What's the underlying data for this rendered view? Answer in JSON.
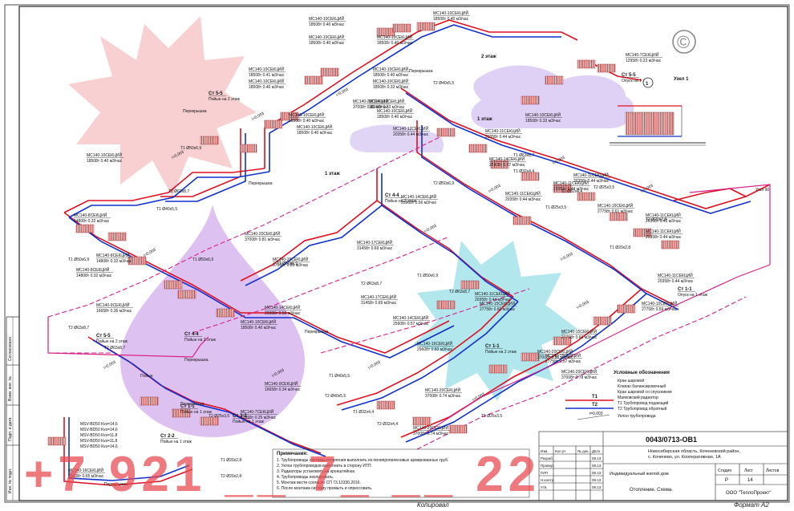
{
  "colors": {
    "supply": "#e01020",
    "return": "#1030d0",
    "duct": "#d8208a",
    "radiator": "#c83838",
    "legend_supply": "#e01020",
    "legend_return": "#1030d0",
    "watermark": "#e8464e"
  },
  "section_labels": [
    {
      "name": "Ст 5-5",
      "sub": "Пойын на 2 этаж"
    },
    {
      "name": "Ст 5-5",
      "sub": "Опуск на 1 этаж"
    },
    {
      "name": "Ст 4-4",
      "sub": "Пойын на 2 этаж"
    },
    {
      "name": "Ст 3-3",
      "sub": "Пойын на 1 этаж"
    },
    {
      "name": "Ст 1-1",
      "sub": "Пойын на 1 этаж"
    },
    {
      "name": "Ст 1-1",
      "sub": "Пойын на 2 этаж"
    },
    {
      "name": "Ст 1-1",
      "sub": "Опуск на 1 этаж"
    },
    {
      "name": "Ст 2-2",
      "sub": "Пойын на 1 этаж"
    },
    {
      "name": "Ст 5-5",
      "sub": "Пойын на 2 этаж"
    },
    {
      "name": "Ст 4-4",
      "sub": "Пойын на 2 этаж"
    }
  ],
  "floor_labels": [
    "2 этаж",
    "1 этаж",
    "1 этаж"
  ],
  "misc_labels": [
    "Перекрышка",
    "Перекрышка",
    "Перекрышка",
    "Перекрышка",
    "Перекрышка",
    "Перекрышка",
    "Перекрышка",
    "Пойын",
    "Угол 90"
  ],
  "radiator_labels": [
    {
      "id": "МС140-10СЕКЦИЙ",
      "load": "18508т 0.40 м3/час"
    },
    {
      "id": "МС140-10СЕКЦИЙ",
      "load": "18508т 0.40 м3/час"
    },
    {
      "id": "МС140-10СЕКЦИЙ",
      "load": "18508т 0.40 м3/час"
    },
    {
      "id": "МС140-10СЕКЦИЙ",
      "load": "18508т 0.40 м3/час"
    },
    {
      "id": "МС140-10СЕКЦИЙ",
      "load": "18508т 0.41 м3/час"
    },
    {
      "id": "МС140-10СЕКЦИЙ",
      "load": "18508т 0.40 м3/час"
    },
    {
      "id": "МС140-10СЕКЦИЙ",
      "load": "18508т 0.40 м3/час"
    },
    {
      "id": "МС140-10СЕКЦИЙ",
      "load": "18508т 0.33 м3/час"
    },
    {
      "id": "МС140-10СЕКЦИЙ",
      "load": "18508т 0.33 м3/час"
    },
    {
      "id": "МС140-10СЕКЦИЙ",
      "load": "18508т 0.40 м3/час"
    },
    {
      "id": "МС140-10СЕКЦИЙ",
      "load": "18508т 0.40 м3/час"
    },
    {
      "id": "МС140-10СЕКЦИЙ",
      "load": "18508т 0.40 м3/час"
    },
    {
      "id": "МС140-20СЕКЦИЙ",
      "load": "37008т 0.81 м3/час"
    },
    {
      "id": "МС140-12СЕКЦИЙ",
      "load": "20358т 0.44 м3/час"
    },
    {
      "id": "МС140-11СЕКЦИЙ",
      "load": "20358т 0.44 м3/час"
    },
    {
      "id": "МС140-14СЕКЦИЙ",
      "load": "25908т 0.57 м3/час"
    },
    {
      "id": "МС140-11СЕКЦИЙ",
      "load": "20358т 0.44 м3/час"
    },
    {
      "id": "МС140-11СЕКЦИЙ",
      "load": "20358т 0.44 м3/час"
    },
    {
      "id": "МС140-11СЕКЦИЙ",
      "load": "20358т 0.44 м3/час"
    },
    {
      "id": "МС140-17СЕКЦИЙ",
      "load": "31458т 0.69 м3/час"
    },
    {
      "id": "МС140-15СЕКЦИЙ",
      "load": "27758т 0.61 м3/час"
    },
    {
      "id": "МС140-14СЕКЦИЙ",
      "load": "25908т 0.57 м3/час"
    },
    {
      "id": "МС140-8СЕКЦИЙ",
      "load": "14808т 0.32 м3/час"
    },
    {
      "id": "МС140-20СЕКЦИЙ",
      "load": "37008т 0.81 м3/час"
    },
    {
      "id": "МС140-14СЕКЦИЙ",
      "load": "25908т 0.56 м3/час"
    },
    {
      "id": "МС140-15СЕКЦИЙ",
      "load": "27758т 0.60 м3/час"
    },
    {
      "id": "МС140-11СЕКЦИЙ",
      "load": "20358т 0.44 м3/час"
    },
    {
      "id": "МС140-20СЕКЦИЙ",
      "load": "37008т 0.78 м3/час"
    },
    {
      "id": "МС140-10СЕКЦИЙ",
      "load": "18508т 0.40 м3/час"
    },
    {
      "id": "МС140-20СЕКЦИЙ",
      "load": "37008т 0.80 м3/час"
    },
    {
      "id": "МС140-15СЕКЦИЙ",
      "load": "27758т 0.59 м3/час"
    },
    {
      "id": "МС140-15СЕКЦИЙ",
      "load": "27758т 0.57 м3/час"
    },
    {
      "id": "МС140-20СЕКЦИЙ",
      "load": "37008т 0.74 м3/час"
    },
    {
      "id": "МС140-9СЕКЦИЙ",
      "load": "16658т 0.34 м3/час"
    },
    {
      "id": "МС140-7СЕКЦИЙ",
      "load": "12958т 0.25 м3/час"
    },
    {
      "id": "МС140-20СЕКЦИЙ",
      "load": "37008т 0.74 м3/час"
    },
    {
      "id": "МС140-16СЕКЦИЙ",
      "load": "29608т 0.65 м3/час"
    },
    {
      "id": "МС140-7СЕКЦИЙ",
      "load": "12958т 0.23 м3/час"
    },
    {
      "id": "МС140-10СЕКЦИЙ",
      "load": "18508т 0.33 м3/час"
    },
    {
      "id": "МС140-10СЕКЦИЙ",
      "load": "18508т 0.40 м3/час"
    },
    {
      "id": "МС140-8СЕКЦИЙ",
      "load": "14808т 0.32 м3/час"
    },
    {
      "id": "МС140-8СЕКЦИЙ",
      "load": "14808т 0.32 м3/час"
    },
    {
      "id": "МС140-11СЕКЦИЙ",
      "load": "20358т 0.43 м3/час"
    },
    {
      "id": "МС140-11СЕКЦИЙ",
      "load": "20358т 0.44 м3/час"
    },
    {
      "id": "МС140-11СЕКЦИЙ",
      "load": "20358т 0.44 м3/час"
    },
    {
      "id": "МС140-14СЕКЦИЙ",
      "load": "25908т 0.56 м3/час"
    },
    {
      "id": "МС140-20СЕКЦИЙ",
      "load": "37008т 0.80 м3/час"
    },
    {
      "id": "МС140-17СЕКЦИЙ",
      "load": "31458т 0.69 м3/час"
    },
    {
      "id": "МС140-9СЕКЦИЙ",
      "load": "16658т 0.36 м3/час"
    },
    {
      "id": "МС140-15СЕКЦИЙ",
      "load": "27758т 0.60 м3/час"
    },
    {
      "id": "МС140-16СЕКЦИЙ",
      "load": "29608т 0.60 м3/час"
    }
  ],
  "pipe_labels": [
    "Т1 Ø50х6,9",
    "Т2 Ø63х8,7",
    "Т1 Ø40х5,5",
    "Т2 Ø40х5,5",
    "Т1 Ø63х8,7",
    "Т2 Ø50х6,9",
    "Т1 Ø32х4,4",
    "Т2 Ø32х4,4",
    "Т1 Ø25х3,5",
    "Т2 Ø25х3,5",
    "Т1 Ø20х2,8",
    "Т2 Ø20х2,8",
    "Т1 Ø50х6,9",
    "Т2 Ø63х8,7",
    "Т1 Ø50х6,9",
    "Т2 Ø63х8,7",
    "Т1 Ø40х5,5",
    "Т2 Ø40х5,5",
    "Т1 Ø32х4,4",
    "Т2 Ø32х4,4",
    "Т1 Ø25х3,5",
    "Т2 Ø25х3,5",
    "Т1 Ø20х2,8",
    "Т2 Ø20х2,8",
    "Т1 Ø50х6,9",
    "Т2 Ø63х8,7",
    "Т1 Ø50х6,9",
    "Т2 Ø63х8,7"
  ],
  "slope_label": "i=0,003",
  "valve_labels": [
    "MSV-BD50 Кvs=14,6",
    "MSV-BD50 Кvs=14,6",
    "MSV-BD50 Кvs=11,8",
    "MSV-BD50 Кvs=11,8",
    "MSV-BD50 Кvs=14,6"
  ],
  "detail": {
    "number": "1",
    "title": "Узел 1"
  },
  "legend": {
    "title": "Условные обозначения",
    "items": [
      "Кран шаровой",
      "Клапан балансировочный",
      "Кран шаровой со спускником",
      "Маяковский радиатор",
      "Т1 Трубопровод подающий",
      "Т2 Трубопровод обратный",
      "Уклон трубопровода"
    ],
    "t1": "Т1",
    "t2": "Т2",
    "slope": "i=0,003"
  },
  "notes": {
    "title": "Примечания:",
    "lines": [
      "1. Трубопроводы системы отопления выполнить из полипропиленовых армированных труб.",
      "2. Уклон трубопроводов выполнить в сторону ИТП.",
      "3. Радиаторы установить на кронштейнах.",
      "4. Трубопроводы изолировать.",
      "5. Монтаж вести согласно СП 73.13330.2016.",
      "6. После монтажа систему промыть и опрессовать."
    ]
  },
  "title_block": {
    "code": "0043/0713-ОВ1",
    "org_line1": "Новосибирская область, Коченевский район,",
    "org_line2": "с. Коченево, ул. Кооперативная, 1А",
    "obj": "Индивидуальный жилой дом",
    "sheet_title": "Отопление. Схема.",
    "stage_h": "Стадия",
    "sheet_h": "Лист",
    "sheets_h": "Листов",
    "stage": "Р",
    "sheet": "14",
    "sheets": "",
    "company": "ООО \"ТеплоПроект\"",
    "rows": [
      "Изм.",
      "Кол.уч",
      "Лист",
      "№ док.",
      "Подп.",
      "Дата"
    ],
    "roles": [
      "Разраб.",
      "Провер.",
      "ГИП",
      "Н.контр.",
      "Утв."
    ],
    "dates": [
      "08.13",
      "08.13",
      "08.13",
      "08.13",
      "08.13"
    ]
  },
  "side_stamp": [
    "Согласовано",
    "Взам. инв. №",
    "Подп. и дата",
    "Инв. № подл."
  ],
  "footer": {
    "copied": "Копировал",
    "format": "Формат А2"
  },
  "watermark": {
    "phone": "+7 921 __ 7_ __ 22",
    "copyright": "©"
  }
}
